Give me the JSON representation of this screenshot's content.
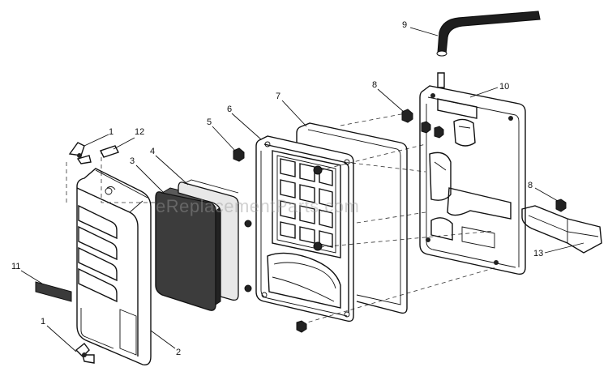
{
  "diagram": {
    "watermark": "eReplacementParts.com",
    "callouts": {
      "c1_top": "1",
      "c12": "12",
      "c4": "4",
      "c3": "3",
      "c5": "5",
      "c6": "6",
      "c7": "7",
      "c8_top": "8",
      "c9": "9",
      "c10": "10",
      "c8_right": "8",
      "c13": "13",
      "c11": "11",
      "c1_bottom": "1",
      "c2": "2"
    }
  }
}
